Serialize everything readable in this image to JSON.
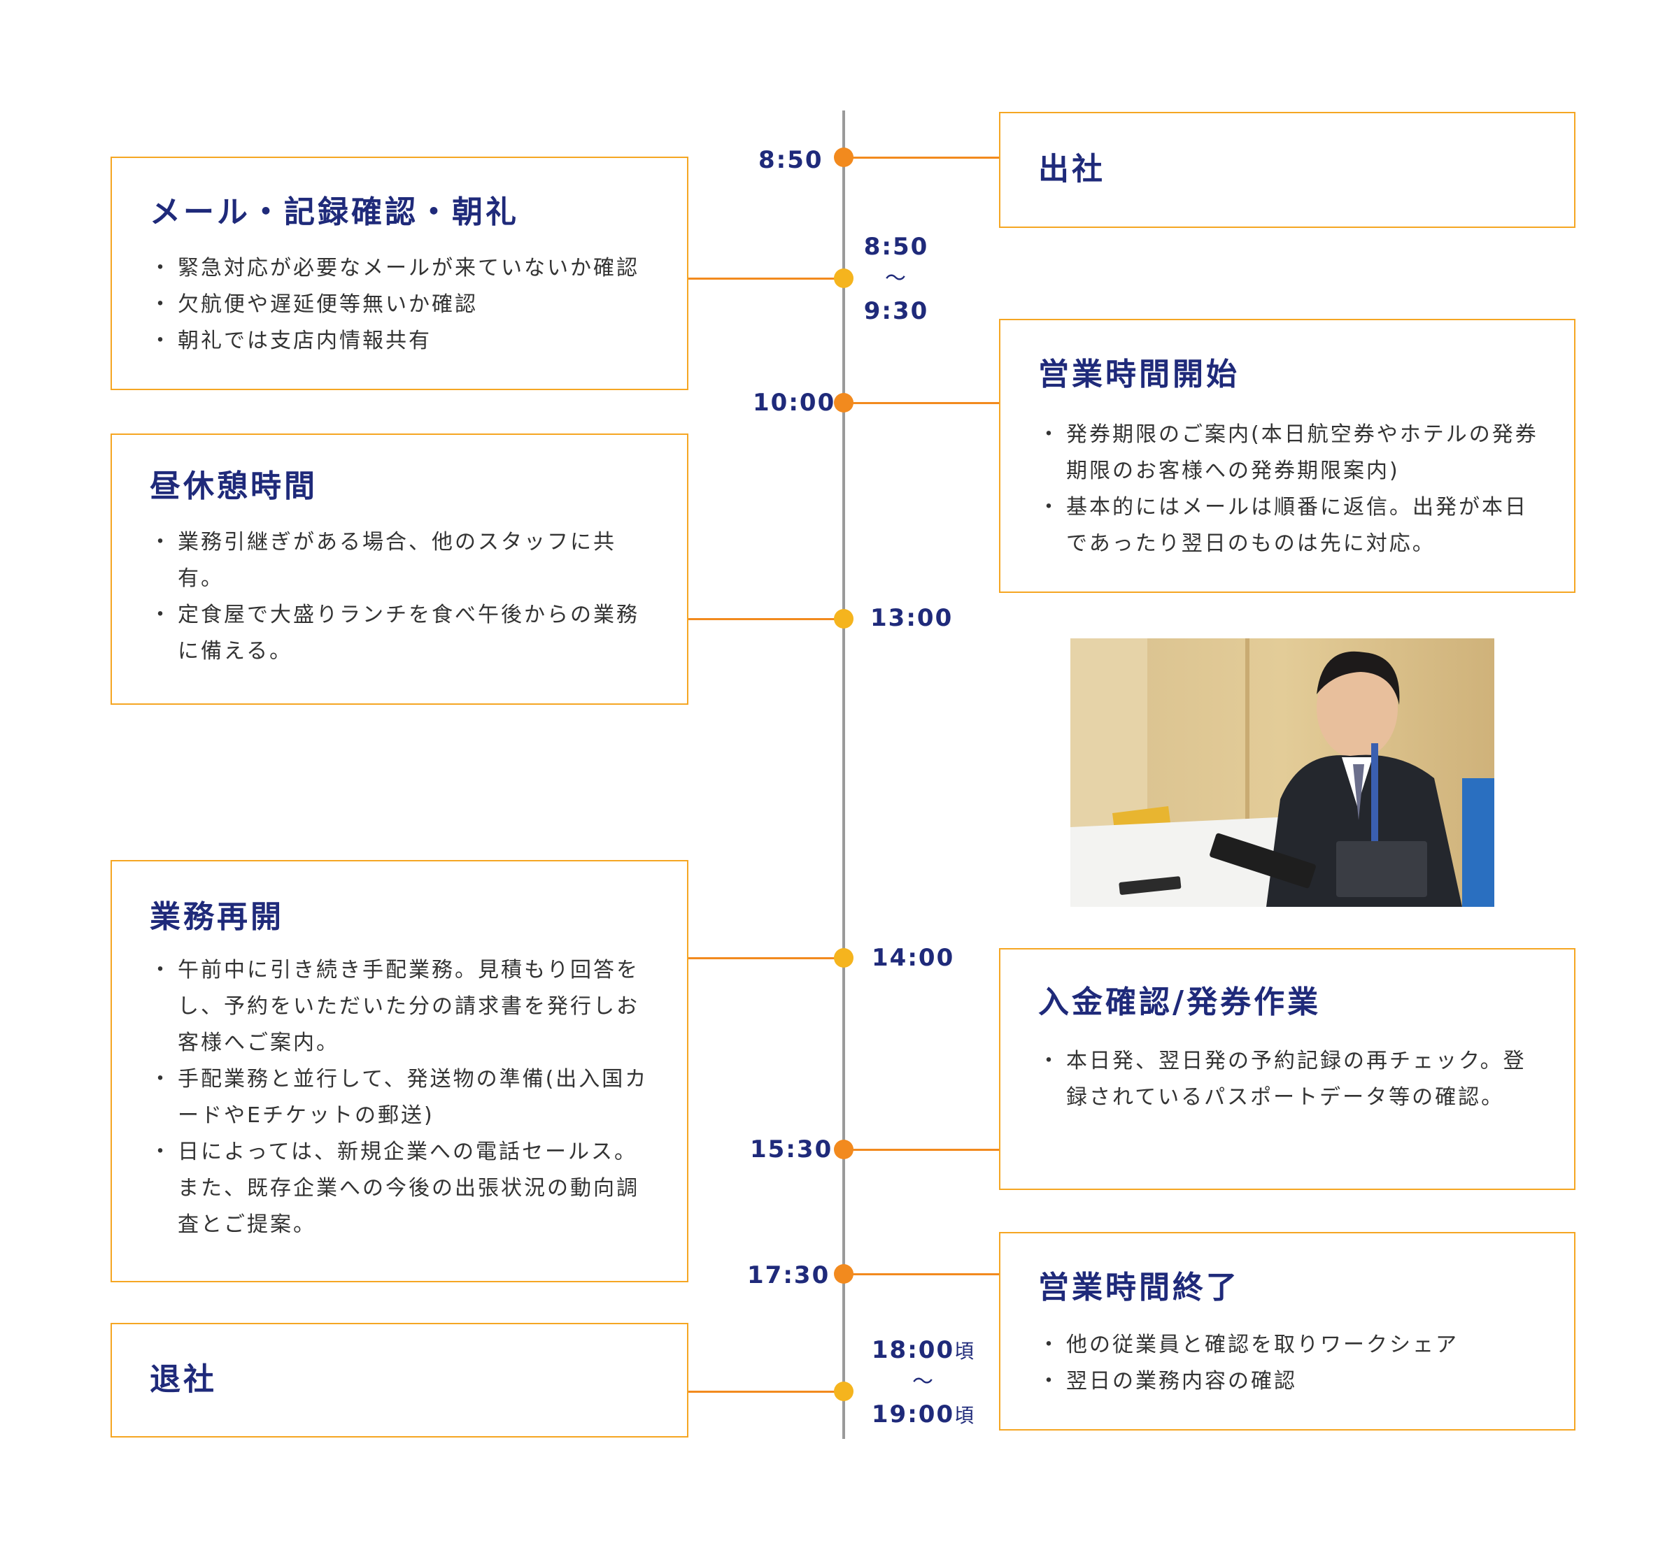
{
  "timeline": {
    "times": {
      "t1": "8:50",
      "t2_start": "8:50",
      "t2_sep": "〜",
      "t2_end": "9:30",
      "t3": "10:00",
      "t4": "13:00",
      "t5": "14:00",
      "t6": "15:30",
      "t7": "17:30",
      "t8_start": "18:00",
      "t8_start_suffix": "頃",
      "t8_sep": "〜",
      "t8_end": "19:00",
      "t8_end_suffix": "頃"
    },
    "events": {
      "arrival": {
        "title": "出社"
      },
      "mail_check": {
        "title": "メール・記録確認・朝礼",
        "bullets": [
          "緊急対応が必要なメールが来ていないか確認",
          "欠航便や遅延便等無いか確認",
          "朝礼では支店内情報共有"
        ]
      },
      "business_start": {
        "title": "営業時間開始",
        "bullets": [
          "発券期限のご案内(本日航空券やホテルの発券期限のお客様への発券期限案内)",
          "基本的にはメールは順番に返信。出発が本日であったり翌日のものは先に対応。"
        ]
      },
      "lunch": {
        "title": "昼休憩時間",
        "bullets": [
          "業務引継ぎがある場合、他のスタッフに共有。",
          "定食屋で大盛りランチを食べ午後からの業務に備える。"
        ]
      },
      "resume": {
        "title": "業務再開",
        "bullets": [
          "午前中に引き続き手配業務。見積もり回答をし、予約をいただいた分の請求書を発行しお客様へご案内。",
          "手配業務と並行して、発送物の準備(出入国カードやEチケットの郵送)",
          "日によっては、新規企業への電話セールス。また、既存企業への今後の出張状況の動向調査とご提案。"
        ]
      },
      "payment": {
        "title": "入金確認/発券作業",
        "bullets": [
          "本日発、翌日発の予約記録の再チェック。登録されているパスポートデータ等の確認。"
        ]
      },
      "business_end": {
        "title": "営業時間終了",
        "bullets": [
          "他の従業員と確認を取りワークシェア",
          "翌日の業務内容の確認"
        ]
      },
      "leave": {
        "title": "退社"
      }
    }
  },
  "colors": {
    "accent_orange": "#f28a1e",
    "card_border": "#f5a623",
    "title_navy": "#1f2a7a",
    "axis_gray": "#9a9a9a"
  }
}
